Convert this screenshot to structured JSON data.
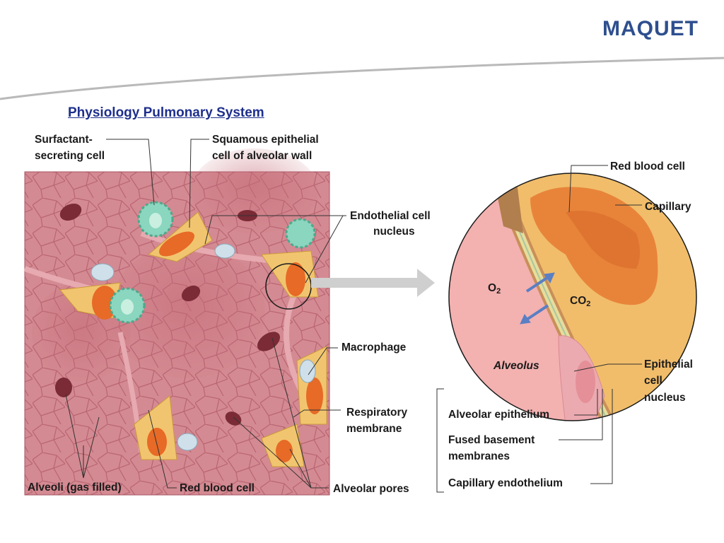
{
  "header": {
    "logo": "MAQUET",
    "title": "Physiology Pulmonary System"
  },
  "colors": {
    "brand": "#2e4f8f",
    "title": "#1e2f8c",
    "tissue": "#d07e86",
    "capillary": "#f1be6c",
    "rbc": "#e58431",
    "macrophage": "#7fd0ba",
    "alveolus": "#f3b2b0"
  },
  "left_labels": {
    "surfactant_line1": "Surfactant-",
    "surfactant_line2": "secreting cell",
    "squamous_line1": "Squamous epithelial",
    "squamous_line2": "cell of alveolar wall",
    "endothelial_line1": "Endothelial cell",
    "endothelial_line2": "nucleus",
    "macrophage": "Macrophage",
    "respiratory_line1": "Respiratory",
    "respiratory_line2": "membrane",
    "alveoli": "Alveoli (gas filled)",
    "red_blood_cell": "Red blood cell",
    "alveolar_pores": "Alveolar pores"
  },
  "right_labels": {
    "red_blood_cell": "Red blood cell",
    "capillary": "Capillary",
    "o2": "O",
    "o2_sub": "2",
    "co2": "CO",
    "co2_sub": "2",
    "alveolus": "Alveolus",
    "epithelial_line1": "Epithelial",
    "epithelial_line2": "cell",
    "epithelial_line3": "nucleus",
    "alveolar_epithelium": "Alveolar epithelium",
    "fused_line1": "Fused basement",
    "fused_line2": "membranes",
    "capillary_endothelium": "Capillary endothelium"
  }
}
